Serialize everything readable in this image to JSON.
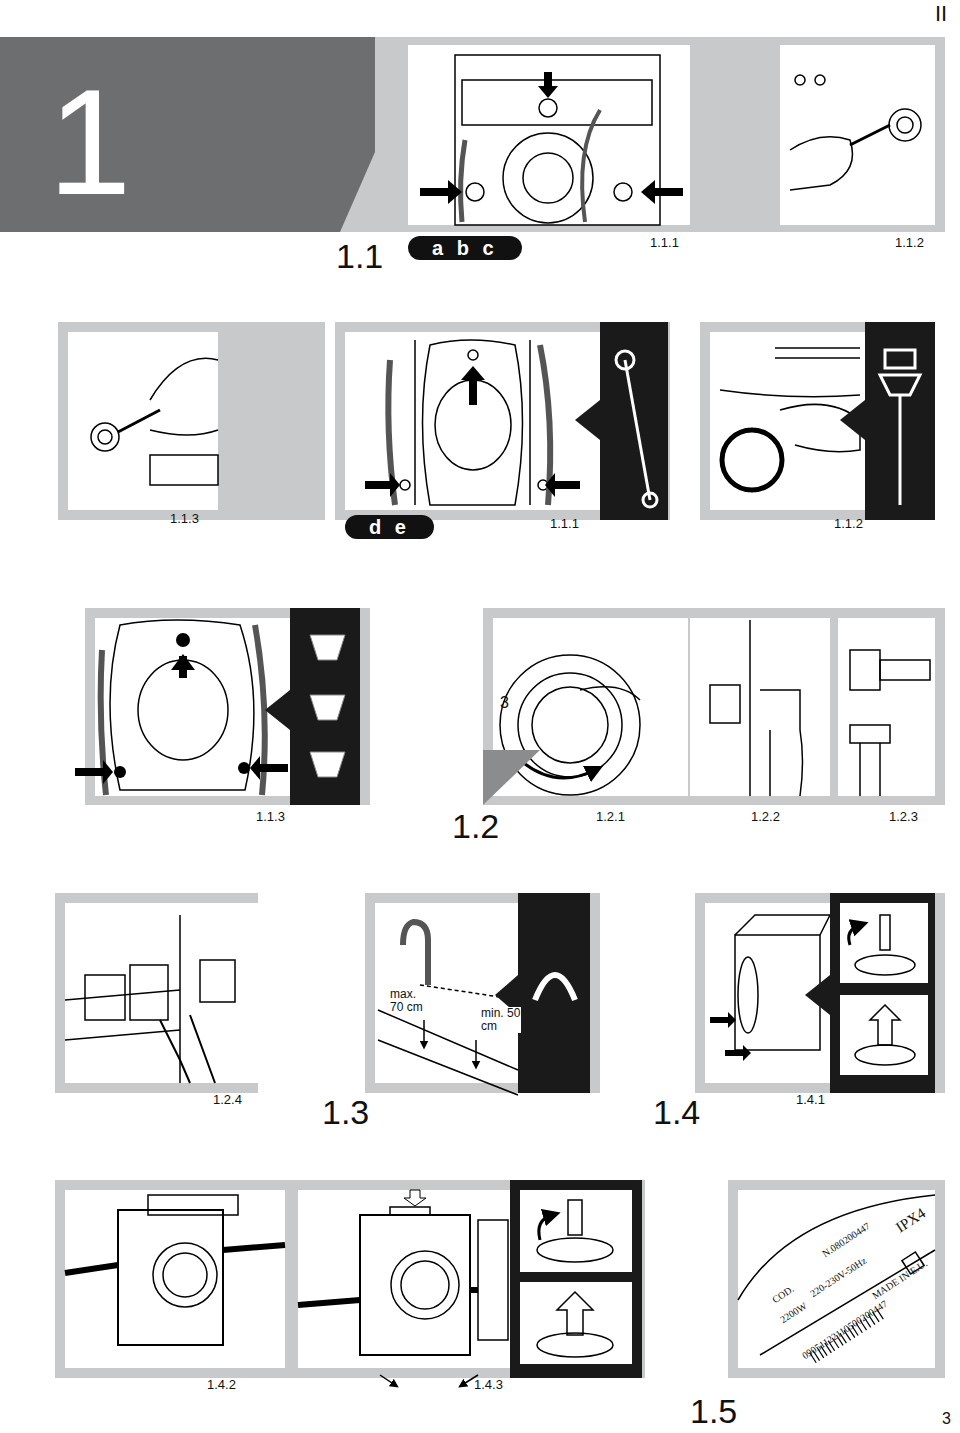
{
  "diagram": {
    "nodes": [
      {
        "text": [
          "1"
        ]
      },
      {
        "text": [
          "a b c"
        ]
      },
      {
        "text": [
          "d e"
        ]
      }
    ],
    "labels": [
      "II",
      "1.1",
      "1.1.1",
      "1.1.2",
      "1.1.3",
      "1.1.1",
      "1.1.2",
      "1.1.3",
      "3",
      "1.2",
      "1.2.1",
      "1.2.2",
      "1.2.3",
      "max. 70 cm",
      "min. 50 cm",
      "1.2.4",
      "1.3",
      "1.4",
      "1.4.1",
      "1.4.2",
      "1.4.3",
      "1.5",
      "3",
      "COD.",
      "N.080200447",
      "IPX4",
      "2200W",
      "220-230V-50Hz",
      "MADE IN E.U.",
      "09051122110500200447"
    ]
  }
}
